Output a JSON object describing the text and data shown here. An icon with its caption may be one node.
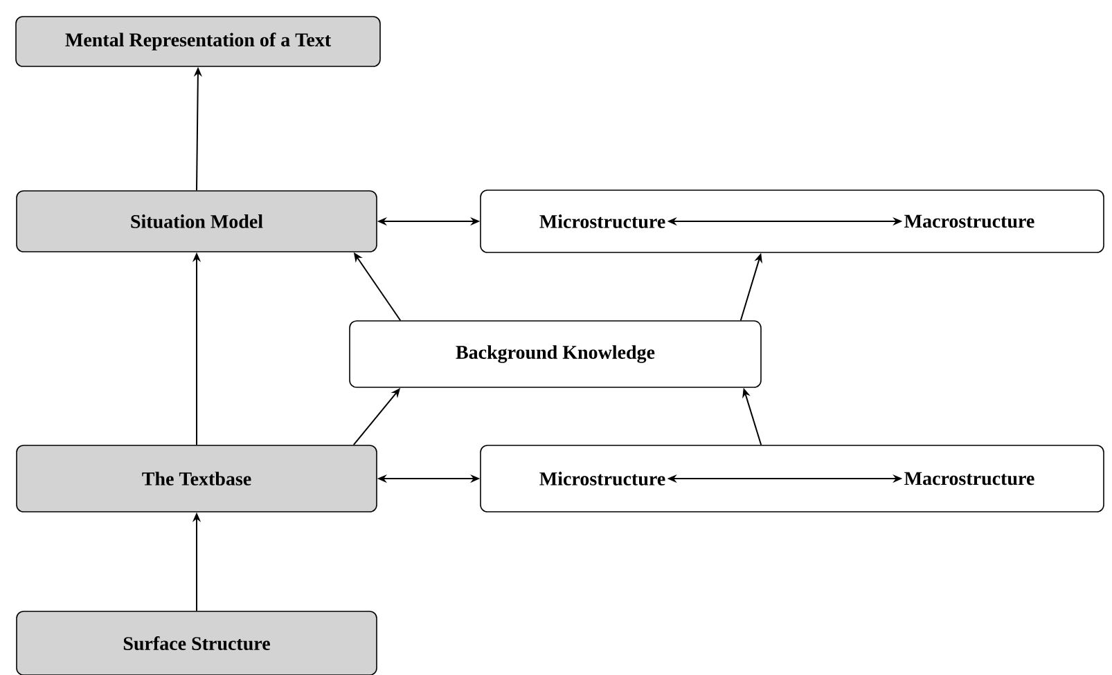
{
  "diagram": {
    "nodes": [
      {
        "text": [
          "Mental Representation of a Text"
        ]
      },
      {
        "text": [
          "Situation Model"
        ]
      },
      {
        "text": [],
        "shape": "box"
      },
      {
        "text": [
          "Microstructure"
        ],
        "in": 2
      },
      {
        "text": [
          "Macrostructure"
        ],
        "in": 2
      },
      {
        "text": [
          "Background Knowledge"
        ]
      },
      {
        "text": [
          "The Textbase"
        ]
      },
      {
        "text": [],
        "shape": "box"
      },
      {
        "text": [
          "Microstructure"
        ],
        "in": 7
      },
      {
        "text": [
          "Macrostructure"
        ],
        "in": 7
      },
      {
        "text": [
          "Surface Structure"
        ]
      }
    ],
    "edges": [
      {
        "from": 1,
        "to": 0,
        "arrow": "to"
      },
      {
        "from": 1,
        "to": 2,
        "arrow": "both"
      },
      {
        "from": 3,
        "to": 4,
        "arrow": "both"
      },
      {
        "from": 5,
        "to": 1,
        "arrow": "to"
      },
      {
        "from": 5,
        "to": 2,
        "arrow": "to"
      },
      {
        "from": 6,
        "to": 5,
        "arrow": "to"
      },
      {
        "from": 7,
        "to": 5,
        "arrow": "to"
      },
      {
        "from": 6,
        "to": 1,
        "arrow": "to"
      },
      {
        "from": 6,
        "to": 7,
        "arrow": "both"
      },
      {
        "from": 8,
        "to": 9,
        "arrow": "both"
      },
      {
        "from": 10,
        "to": 6,
        "arrow": "to"
      }
    ]
  }
}
